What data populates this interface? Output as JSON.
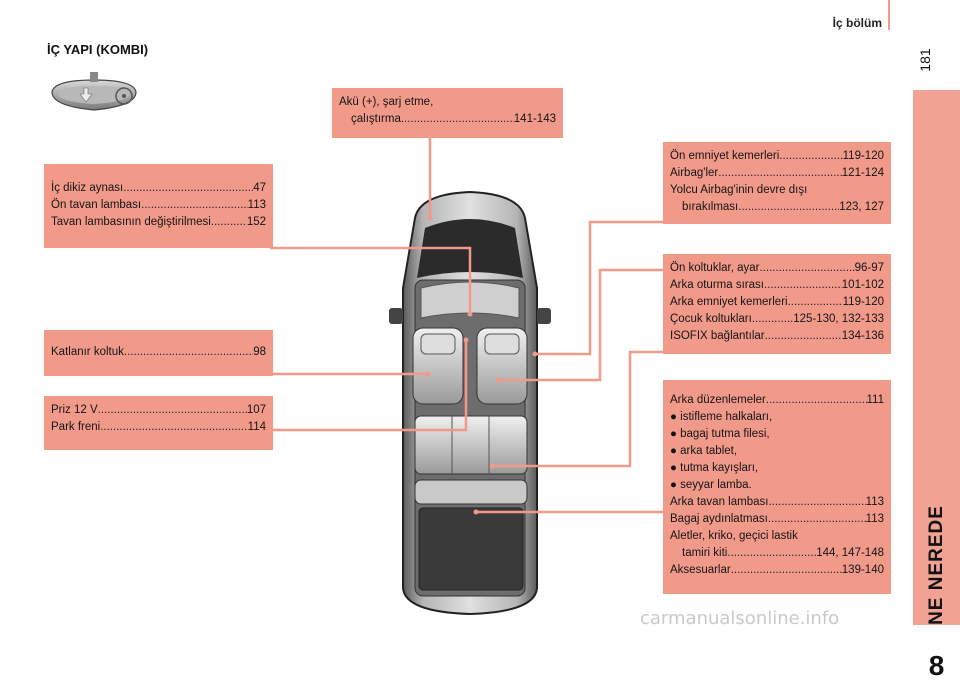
{
  "header": {
    "title": "İç bölüm",
    "page_number": "181"
  },
  "sidebar": {
    "label": "NE NEREDE",
    "chapter": "8"
  },
  "section_title": "İÇ YAPI (KOMBI)",
  "boxes": {
    "battery": {
      "line1": "Akü (+), şarj etme,",
      "line2_label": "çalıştırma",
      "line2_page": "141-143"
    },
    "mirror": {
      "items": [
        {
          "label": "İç dikiz aynası",
          "page": "47"
        },
        {
          "label": "Ön tavan lambası",
          "page": "113"
        },
        {
          "label": "Tavan lambasının değiştirilmesi",
          "page": "152"
        }
      ]
    },
    "folding": {
      "items": [
        {
          "label": "Katlanır koltuk",
          "page": "98"
        }
      ]
    },
    "socket": {
      "items": [
        {
          "label": "Priz 12 V",
          "page": "107"
        },
        {
          "label": "Park freni",
          "page": "114"
        }
      ]
    },
    "seatbelts": {
      "items": [
        {
          "label": "Ön emniyet kemerleri",
          "page": "119-120"
        },
        {
          "label": "Airbag'ler",
          "page": "121-124"
        }
      ],
      "line3": "Yolcu Airbag'inin devre dışı",
      "line4_label": "bırakılması",
      "line4_page": "123, 127"
    },
    "seats": {
      "items": [
        {
          "label": "Ön koltuklar, ayar",
          "page": "96-97"
        },
        {
          "label": "Arka oturma sırası",
          "page": "101-102"
        },
        {
          "label": "Arka emniyet kemerleri",
          "page": "119-120"
        },
        {
          "label": "Çocuk koltukları",
          "page": "125-130, 132-133"
        },
        {
          "label": "ISOFIX bağlantılar",
          "page": "134-136"
        }
      ]
    },
    "rear": {
      "first": {
        "label": "Arka düzenlemeler",
        "page": "111"
      },
      "bullets": [
        "● istifleme halkaları,",
        "● bagaj tutma filesi,",
        "● arka tablet,",
        "● tutma kayışları,",
        "● seyyar lamba."
      ],
      "items": [
        {
          "label": "Arka tavan lambası",
          "page": "113"
        },
        {
          "label": "Bagaj aydınlatması",
          "page": "113"
        }
      ],
      "tools_line1": "Aletler, kriko, geçici lastik",
      "tools_label": "tamiri kiti",
      "tools_page": "144, 147-148",
      "last": {
        "label": "Aksesuarlar",
        "page": "139-140"
      }
    }
  },
  "colors": {
    "accent": "#f29a8a",
    "sidebar": "#f2a293"
  },
  "watermark": "carmanualsonline.info"
}
